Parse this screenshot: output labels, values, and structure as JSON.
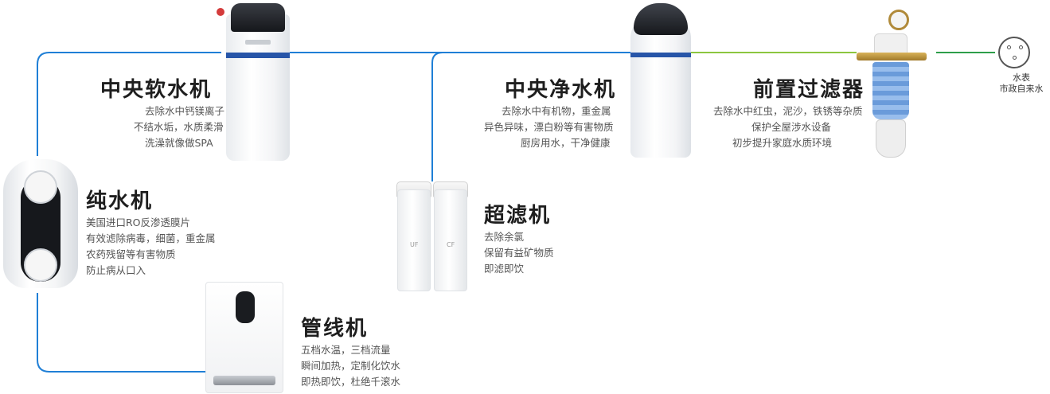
{
  "colors": {
    "blue_pipe": "#1f7fd6",
    "green_pipe": "#8cc63f",
    "dark_green_pipe": "#2e9e4a",
    "accent_band": "#2755a8"
  },
  "source": {
    "meter_label_line1": "水表",
    "meter_label_line2": "市政自来水"
  },
  "prefilter": {
    "title": "前置过滤器",
    "lines": [
      "去除水中红虫，泥沙，铁锈等杂质",
      "保护全屋涉水设备",
      "初步提升家庭水质环境"
    ]
  },
  "central_purifier": {
    "title": "中央净水机",
    "lines": [
      "去除水中有机物，重金属",
      "异色异味，漂白粉等有害物质",
      "厨房用水，干净健康"
    ]
  },
  "central_softener": {
    "title": "中央软水机",
    "lines": [
      "去除水中钙镁离子",
      "不结水垢，水质柔滑",
      "洗澡就像做SPA"
    ]
  },
  "ultrafilter": {
    "title": "超滤机",
    "lines": [
      "去除余氯",
      "保留有益矿物质",
      "即滤即饮"
    ],
    "cartridge_tags": [
      "UF",
      "CF"
    ]
  },
  "ro_purifier": {
    "title": "纯水机",
    "lines": [
      "美国进口RO反渗透膜片",
      "有效滤除病毒，细菌，重金属",
      "农药残留等有害物质",
      "防止病从口入"
    ]
  },
  "pipeline_machine": {
    "title": "管线机",
    "lines": [
      "五档水温，三档流量",
      "瞬间加热，定制化饮水",
      "即热即饮，杜绝千滚水"
    ]
  }
}
